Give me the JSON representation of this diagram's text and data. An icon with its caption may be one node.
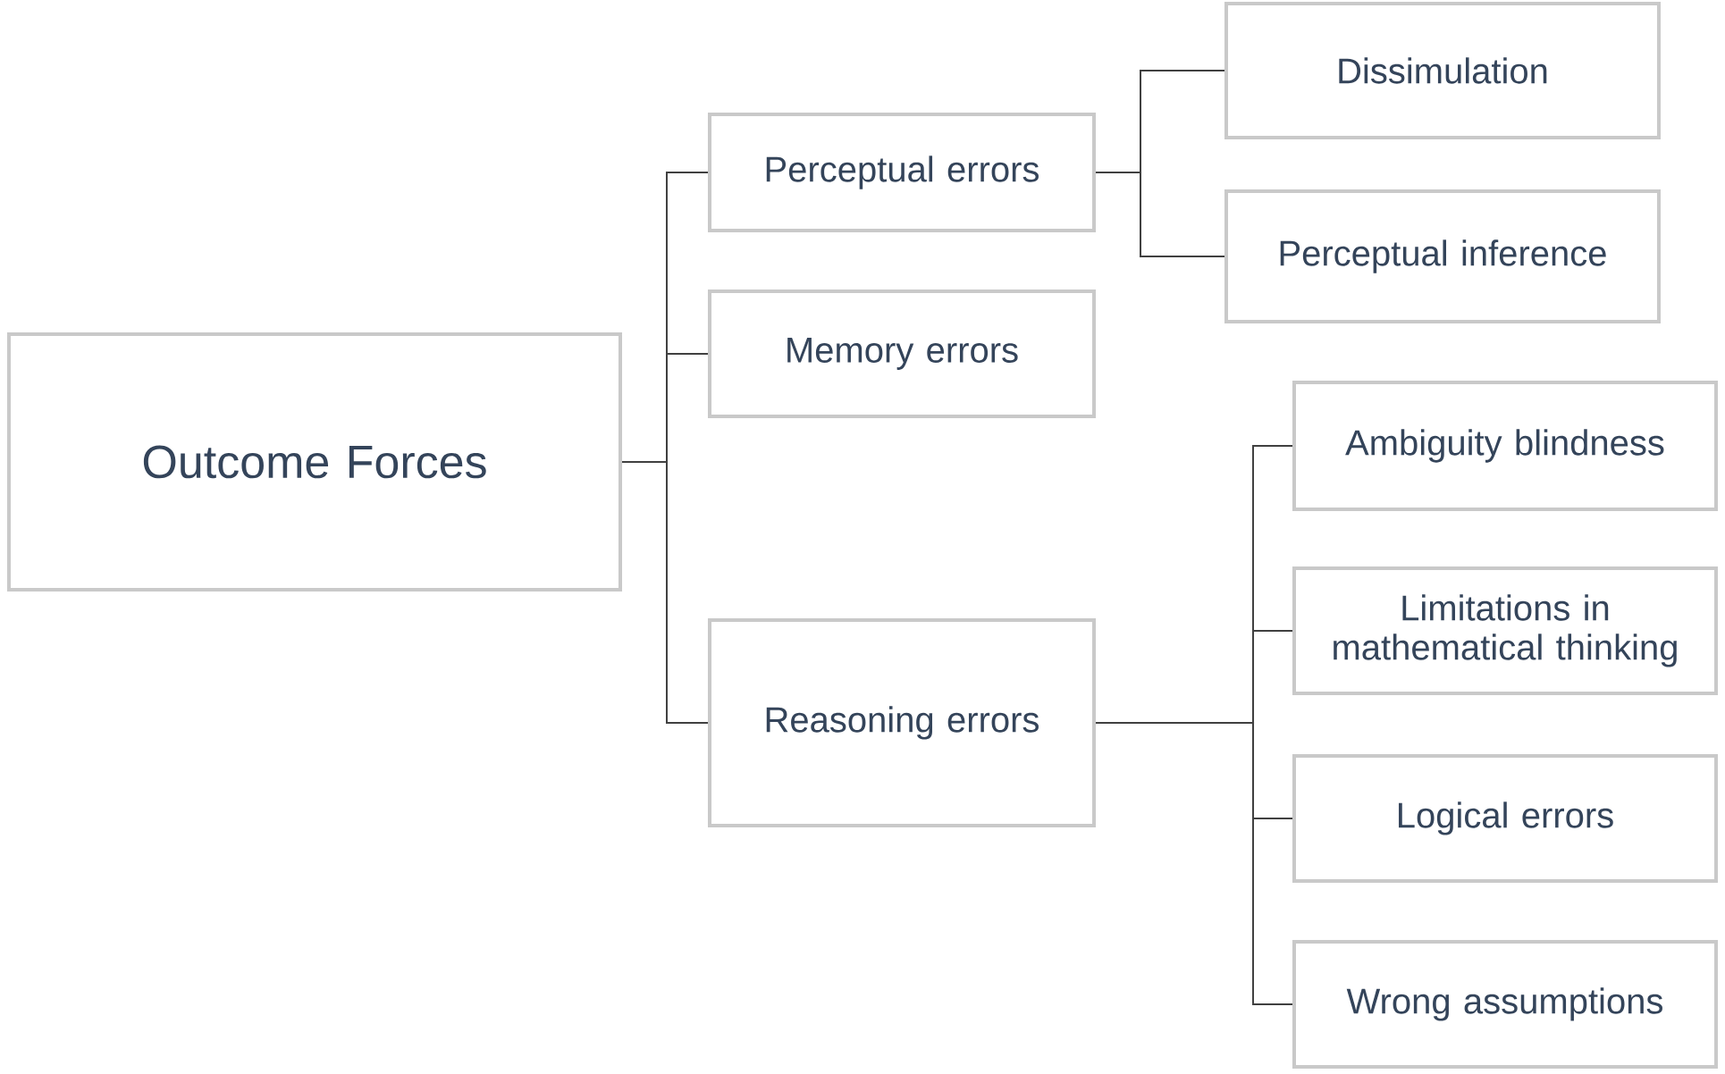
{
  "diagram": {
    "nodes": [
      {
        "text": [
          "Outcome Forces"
        ]
      },
      {
        "text": [
          "Perceptual errors"
        ]
      },
      {
        "text": [
          "Memory errors"
        ]
      },
      {
        "text": [
          "Reasoning errors"
        ]
      },
      {
        "text": [
          "Dissimulation"
        ]
      },
      {
        "text": [
          "Perceptual inference"
        ]
      },
      {
        "text": [
          "Ambiguity blindness"
        ]
      },
      {
        "text": [
          "Limitations in mathematical thinking"
        ]
      },
      {
        "text": [
          "Logical errors"
        ]
      },
      {
        "text": [
          "Wrong assumptions"
        ]
      }
    ],
    "edges": [
      {
        "from": 0,
        "to": 1,
        "arrow": "none"
      },
      {
        "from": 0,
        "to": 2,
        "arrow": "none"
      },
      {
        "from": 0,
        "to": 3,
        "arrow": "none"
      },
      {
        "from": 1,
        "to": 4,
        "arrow": "none"
      },
      {
        "from": 1,
        "to": 5,
        "arrow": "none"
      },
      {
        "from": 3,
        "to": 6,
        "arrow": "none"
      },
      {
        "from": 3,
        "to": 7,
        "arrow": "none"
      },
      {
        "from": 3,
        "to": 8,
        "arrow": "none"
      },
      {
        "from": 3,
        "to": 9,
        "arrow": "none"
      }
    ]
  }
}
